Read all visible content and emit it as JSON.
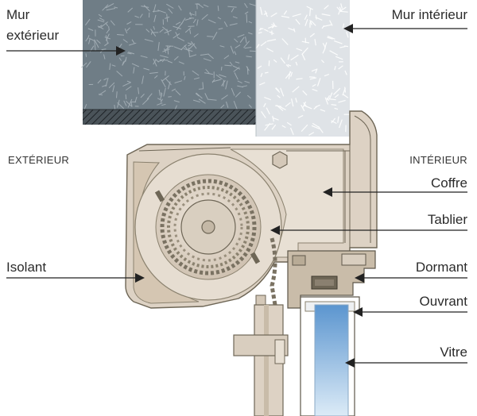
{
  "labels": {
    "mur_exterieur": [
      "Mur",
      "extérieur"
    ],
    "mur_interieur": "Mur intérieur",
    "exterieur": "EXTÉRIEUR",
    "interieur": "INTÉRIEUR",
    "coffre": "Coffre",
    "tablier": "Tablier",
    "isolant": "Isolant",
    "dormant": "Dormant",
    "ouvrant": "Ouvrant",
    "vitre": "Vitre"
  },
  "colors": {
    "exterior_wall": "#6f7d86",
    "interior_wall": "#dfe3e7",
    "box_shell": "#ddd2c4",
    "box_inner": "#e8e0d4",
    "insulation": "#d5c6b2",
    "glass_top": "#5b95cf",
    "glass_bottom": "#dcebf7",
    "leader": "#222222"
  }
}
